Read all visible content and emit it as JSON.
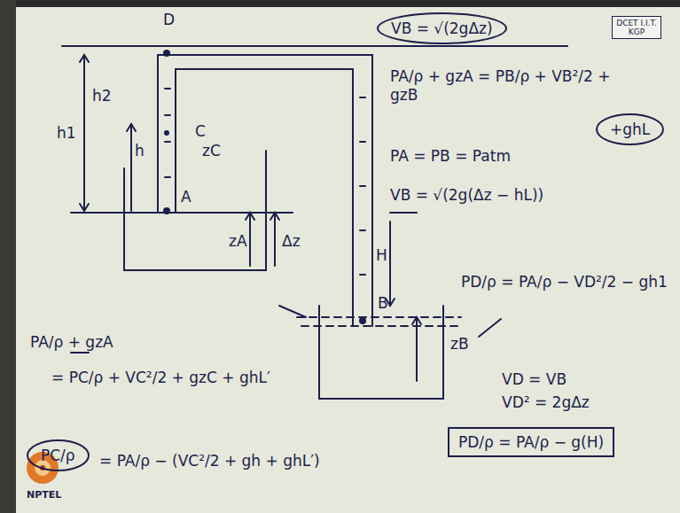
{
  "diagram": {
    "nodes": [
      {
        "text": [
          "VB = √(2gΔz)"
        ]
      },
      {
        "text": [
          "DCET I.I.T. KGP"
        ]
      },
      {
        "text": [
          "+ghL"
        ]
      },
      {
        "text": [
          "PC/ρ"
        ]
      },
      {
        "text": [
          "PD/ρ = PA/ρ − g(H)"
        ]
      }
    ],
    "labels": [
      "D",
      "h2",
      "h1",
      "h",
      "C",
      "zC",
      "A",
      "zA",
      "Δz",
      "H",
      "B",
      "zB",
      "PA/ρ + gzA = PB/ρ + VB²/2 + gzB",
      "PA = PB = Patm",
      "VB = √(2g(Δz − hL))",
      "PD/ρ = PA/ρ − VD²/2 − gh1",
      "VD = VB",
      "VD² = 2gΔz",
      "PA/ρ + gzA",
      "= PC/ρ + VC²/2 + gzC + ghL′",
      "= PA/ρ − (VC²/2 + gh + ghL′)",
      "NPTEL"
    ]
  }
}
